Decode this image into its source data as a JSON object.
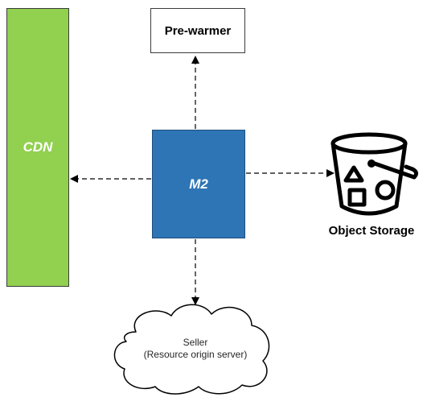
{
  "nodes": {
    "cdn": {
      "label": "CDN",
      "fill": "#92d050"
    },
    "prewarmer": {
      "label": "Pre-warmer"
    },
    "m2": {
      "label": "M2",
      "fill": "#2e75b6"
    },
    "object_storage": {
      "label": "Object Storage",
      "icon": "bucket-icon"
    },
    "seller": {
      "line1": "Seller",
      "line2": "(Resource origin server)",
      "shape": "cloud"
    }
  },
  "edges": [
    {
      "from": "m2",
      "to": "prewarmer",
      "style": "dashed"
    },
    {
      "from": "m2",
      "to": "cdn",
      "style": "dashed"
    },
    {
      "from": "m2",
      "to": "object_storage",
      "style": "dashed"
    },
    {
      "from": "m2",
      "to": "seller",
      "style": "dashed"
    }
  ]
}
